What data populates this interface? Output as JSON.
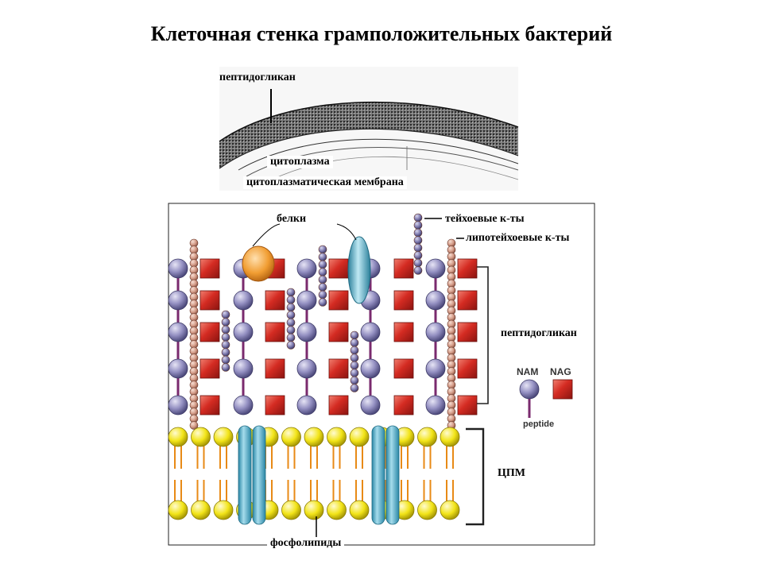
{
  "title": "Клеточная стенка грамположительных бактерий",
  "micrograph": {
    "peptidoglycan": "пептидогликан",
    "cytoplasm": "цитоплазма",
    "membrane": "цитоплазматическая мембрана"
  },
  "diagram": {
    "proteins": "белки",
    "teichoic": "тейхоевые к-ты",
    "lipoteichoic": "липотейхоевые к-ты",
    "peptidoglycan": "пептидогликан",
    "cpm": "ЦПМ",
    "phospholipids": "фосфолипиды"
  },
  "legend": {
    "nam": "NAM",
    "nag": "NAG",
    "peptide": "peptide"
  },
  "colors": {
    "nam_ball": "#8f8bbb",
    "nag_square": "#d42b22",
    "peptide_line": "#7a2a6e",
    "chain_bead": "#d39a86",
    "lipid_head": "#f2e418",
    "lipid_tail": "#e88a16",
    "protein_orange": "#f19d32",
    "protein_blue": "#5ab7d0"
  }
}
